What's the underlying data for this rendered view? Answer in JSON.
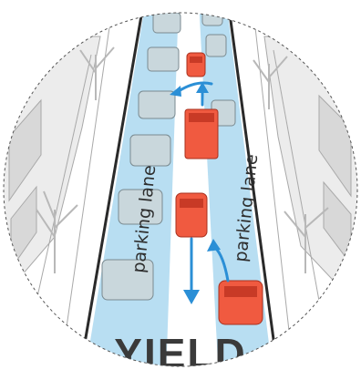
{
  "labels": {
    "left_lane": "parking lane",
    "right_lane": "parking lane",
    "title": "YIELD"
  },
  "colors": {
    "lane": "#b8def2",
    "lane_edge": "#8fc6e6",
    "road": "#ffffff",
    "curb": "#2a2a2a",
    "car_red": "#f05a40",
    "car_red_dark": "#c83a26",
    "parked_car": "#c9d7dc",
    "arrow": "#2b8fd6",
    "sidewalk_gray": "#9a9a9a"
  },
  "icons": {
    "moving_vehicles": [
      "car-icon",
      "truck-icon",
      "car-icon",
      "car-icon"
    ],
    "arrows": [
      "arrow-left-icon",
      "arrow-up-icon",
      "arrow-down-icon",
      "arrow-up-icon"
    ]
  }
}
